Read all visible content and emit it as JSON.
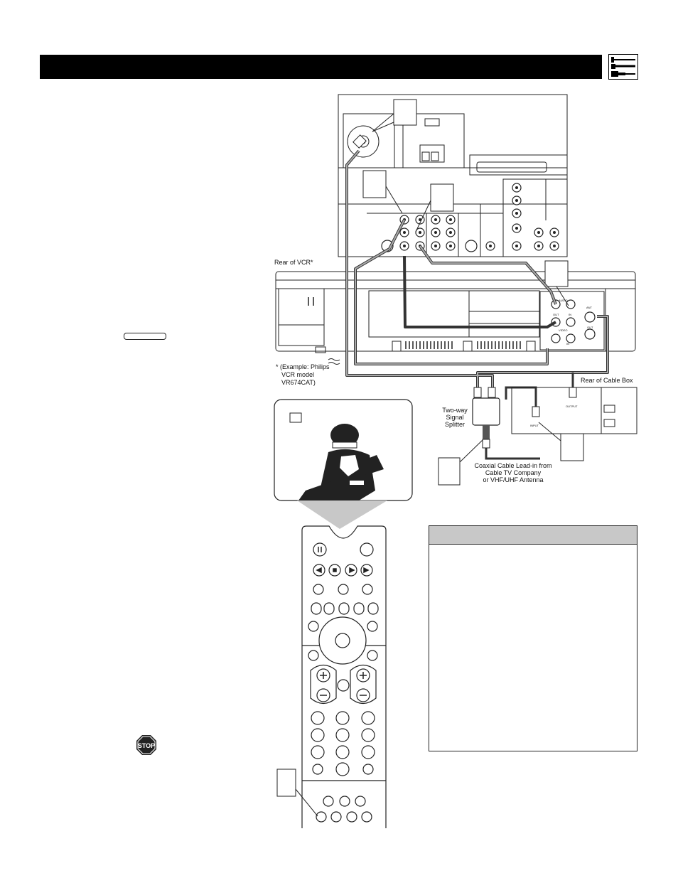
{
  "header": {
    "title": ""
  },
  "diagram": {
    "rear_of_vcr_label": "Rear of VCR*",
    "vcr_footnote": [
      "* (Example: Philips",
      "VCR model",
      "VR674CAT)"
    ],
    "rear_of_cable_box_label": "Rear of Cable Box",
    "splitter_label": [
      "Two-way",
      "Signal",
      "Splitter"
    ],
    "lead_in_label": [
      "Coaxial Cable Lead-in from",
      "Cable TV Company",
      "or VHF/UHF Antenna"
    ],
    "vcr_panel_labels": [
      "AUDIO",
      "OUT",
      "IN",
      "VIDEO",
      "ANT",
      "OUT",
      "IN"
    ],
    "cable_box_labels": [
      "INPUT",
      "OUTPUT"
    ]
  },
  "note_box": {
    "title": ""
  },
  "icons": [
    "connection-icon",
    "stop-icon"
  ]
}
